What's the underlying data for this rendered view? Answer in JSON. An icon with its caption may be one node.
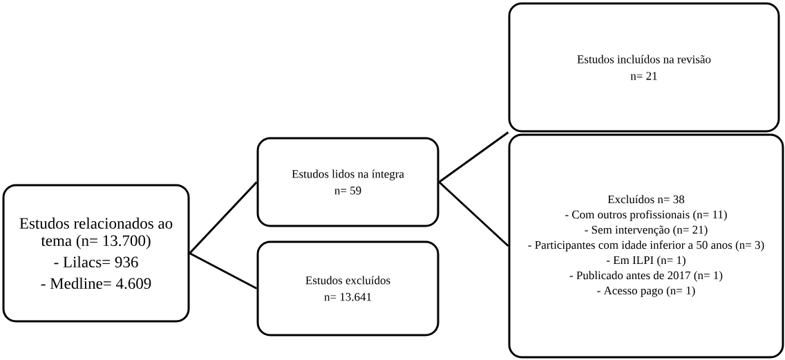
{
  "diagram": {
    "nodes": [
      {
        "text": [
          "Estudos relacionados ao tema (n= 13.700)",
          "- Lilacs= 936",
          "- Medline= 4.609"
        ]
      },
      {
        "text": [
          "Estudos lidos na íntegra",
          "n= 59"
        ]
      },
      {
        "text": [
          "Estudos excluídos",
          "n= 13.641"
        ]
      },
      {
        "text": [
          "Estudos incluídos na revisão",
          "n= 21"
        ]
      },
      {
        "text": [
          "Excluídos n= 38",
          "- Com outros profissionais (n= 11)",
          "- Sem intervenção (n= 21)",
          "- Participantes com idade inferior a 50 anos (n= 3)",
          "- Em ILPI (n= 1)",
          "- Publicado antes de 2017 (n= 1)",
          "- Acesso pago (n= 1)"
        ]
      }
    ],
    "edges": [
      {
        "from": 0,
        "to": 1,
        "arrow": "none"
      },
      {
        "from": 0,
        "to": 2,
        "arrow": "none"
      },
      {
        "from": 1,
        "to": 3,
        "arrow": "none"
      },
      {
        "from": 1,
        "to": 4,
        "arrow": "none"
      }
    ]
  }
}
